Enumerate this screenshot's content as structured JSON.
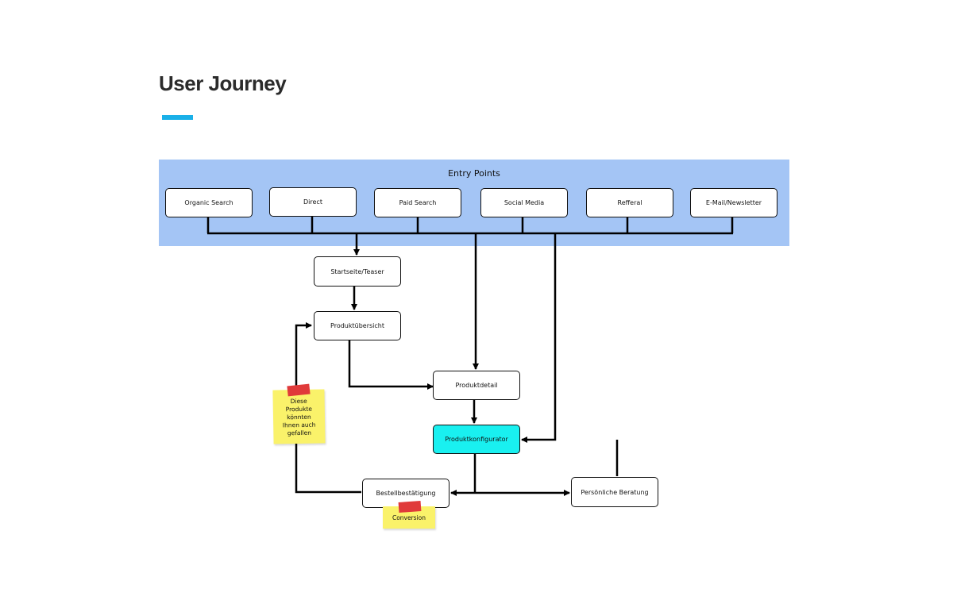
{
  "title": "User Journey",
  "colors": {
    "accent": "#1ab0e8",
    "banner": "#a4c5f5",
    "highlight": "#19f0f0",
    "sticky": "#faf26a",
    "tape": "#e03a3a"
  },
  "entry": {
    "label": "Entry Points",
    "items": [
      "Organic Search",
      "Direct",
      "Paid Search",
      "Social Media",
      "Refferal",
      "E-Mail/Newsletter"
    ]
  },
  "nodes": {
    "startseite": "Startseite/Teaser",
    "produktuebersicht": "Produktübersicht",
    "produktdetail": "Produktdetail",
    "produktkonfigurator": "Produktkonfigurator",
    "bestellbestaetigung": "Bestellbestätigung",
    "beratung": "Persönliche Beratung"
  },
  "notes": {
    "recommend": "Diese Produkte könnten Ihnen auch gefallen",
    "conversion": "Conversion"
  }
}
